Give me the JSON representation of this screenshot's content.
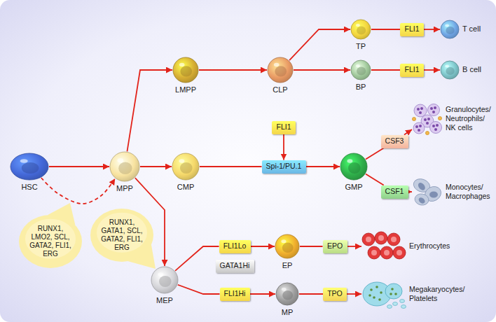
{
  "diagram": {
    "nodes": [
      {
        "text": [
          "HSC"
        ]
      },
      {
        "text": [
          "RUNX1, LMO2, SCL, GATA2, FLI1, ERG"
        ]
      },
      {
        "text": [
          "MPP"
        ]
      },
      {
        "text": [
          "LMPP"
        ]
      },
      {
        "text": [
          "CLP"
        ]
      },
      {
        "text": [
          "TP"
        ]
      },
      {
        "text": [
          "FLI1"
        ]
      },
      {
        "text": [
          "T cell"
        ]
      },
      {
        "text": [
          "BP"
        ]
      },
      {
        "text": [
          "FLI1"
        ]
      },
      {
        "text": [
          "B cell"
        ]
      },
      {
        "text": [
          "CMP"
        ]
      },
      {
        "text": [
          "FLI1"
        ]
      },
      {
        "text": [
          "Spi-1/PU.1"
        ]
      },
      {
        "text": [
          "GMP"
        ]
      },
      {
        "text": [
          "CSF3"
        ]
      },
      {
        "text": [
          "Granulocytes/ Neutrophils/ NK cells"
        ]
      },
      {
        "text": [
          "CSF1"
        ]
      },
      {
        "text": [
          "Monocytes/ Macrophages"
        ]
      },
      {
        "text": [
          "RUNX1, GATA1, SCL, GATA2, FLI1, ERG"
        ]
      },
      {
        "text": [
          "MEP"
        ]
      },
      {
        "text": [
          "FLI1Lo"
        ]
      },
      {
        "text": [
          "GATA1Hi"
        ]
      },
      {
        "text": [
          "EP"
        ]
      },
      {
        "text": [
          "EPO"
        ]
      },
      {
        "text": [
          "Erythrocytes"
        ]
      },
      {
        "text": [
          "FLI1Hi"
        ]
      },
      {
        "text": [
          "MP"
        ]
      },
      {
        "text": [
          "TPO"
        ]
      },
      {
        "text": [
          "Megakaryocytes/ Platelets"
        ]
      }
    ],
    "edges": [
      {
        "from": 0,
        "to": 2,
        "arrow": "to"
      },
      {
        "from": 0,
        "to": 2,
        "arrow": "to"
      },
      {
        "from": 2,
        "to": 3,
        "arrow": "to"
      },
      {
        "from": 2,
        "to": 11,
        "arrow": "to"
      },
      {
        "from": 2,
        "to": 20,
        "arrow": "to"
      },
      {
        "from": 3,
        "to": 4,
        "arrow": "to"
      },
      {
        "from": 4,
        "to": 5,
        "arrow": "to"
      },
      {
        "from": 4,
        "to": 8,
        "arrow": "to"
      },
      {
        "from": 5,
        "to": 6,
        "arrow": "none"
      },
      {
        "from": 6,
        "to": 7,
        "arrow": "to"
      },
      {
        "from": 8,
        "to": 9,
        "arrow": "none"
      },
      {
        "from": 9,
        "to": 10,
        "arrow": "to"
      },
      {
        "from": 11,
        "to": 13,
        "arrow": "none"
      },
      {
        "from": 13,
        "to": 14,
        "arrow": "to"
      },
      {
        "from": 12,
        "to": 13,
        "arrow": "to"
      },
      {
        "from": 14,
        "to": 15,
        "arrow": "none"
      },
      {
        "from": 15,
        "to": 16,
        "arrow": "to"
      },
      {
        "from": 14,
        "to": 17,
        "arrow": "none"
      },
      {
        "from": 17,
        "to": 18,
        "arrow": "to"
      },
      {
        "from": 20,
        "to": 21,
        "arrow": "none"
      },
      {
        "from": 21,
        "to": 23,
        "arrow": "to"
      },
      {
        "from": 20,
        "to": 26,
        "arrow": "none"
      },
      {
        "from": 26,
        "to": 27,
        "arrow": "to"
      },
      {
        "from": 23,
        "to": 24,
        "arrow": "none"
      },
      {
        "from": 24,
        "to": 25,
        "arrow": "to"
      },
      {
        "from": 27,
        "to": 28,
        "arrow": "none"
      },
      {
        "from": 28,
        "to": 29,
        "arrow": "to"
      }
    ]
  }
}
